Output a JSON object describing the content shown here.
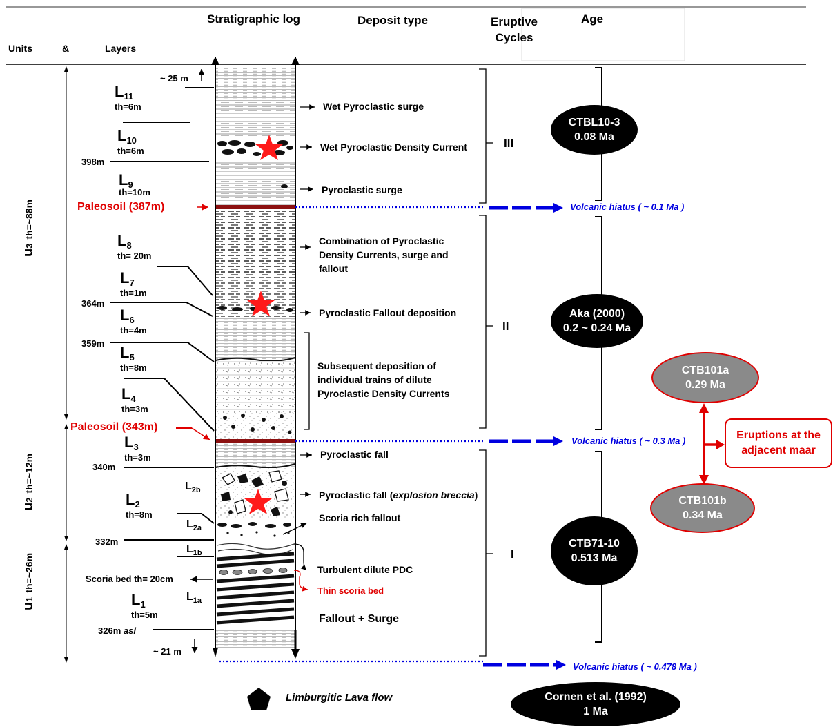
{
  "header": {
    "units_label": "Units",
    "amp": "&",
    "layers_label": "Layers",
    "log_title": "Stratigraphic log",
    "deposit_title": "Deposit  type",
    "cycles_title_1": "Eruptive",
    "cycles_title_2": "Cycles",
    "age_title": "Age"
  },
  "units": [
    {
      "letter": "u",
      "sub": "3",
      "th": "th=~88m"
    },
    {
      "letter": "u",
      "sub": "2",
      "th": "th=~12m"
    },
    {
      "letter": "u",
      "sub": "1",
      "th": "th=~26m"
    }
  ],
  "layers": [
    {
      "name": "L",
      "sub": "11",
      "th": "th=6m"
    },
    {
      "name": "L",
      "sub": "10",
      "th": "th=6m"
    },
    {
      "name": "L",
      "sub": "9",
      "th": "th=10m"
    },
    {
      "name": "L",
      "sub": "8",
      "th": "th= 20m"
    },
    {
      "name": "L",
      "sub": "7",
      "th": "th=1m"
    },
    {
      "name": "L",
      "sub": "6",
      "th": "th=4m"
    },
    {
      "name": "L",
      "sub": "5",
      "th": "th=8m"
    },
    {
      "name": "L",
      "sub": "4",
      "th": "th=3m"
    },
    {
      "name": "L",
      "sub": "3",
      "th": "th=3m"
    },
    {
      "name": "L",
      "sub": "2",
      "th": "th=8m"
    },
    {
      "name": "L",
      "sub": "1",
      "th": "th=5m"
    }
  ],
  "sublayers": [
    {
      "name": "L",
      "sub": "2b"
    },
    {
      "name": "L",
      "sub": "2a"
    },
    {
      "name": "L",
      "sub": "1b"
    },
    {
      "name": "L",
      "sub": "1a"
    }
  ],
  "elevations": {
    "top": "~ 25 m",
    "e398": "398m",
    "e364": "364m",
    "e359": "359m",
    "e340": "340m",
    "e332": "332m",
    "e326": "326m",
    "asl": "asl",
    "bottom": "~ 21 m"
  },
  "paleosoils": [
    "Paleosoil (387m)",
    "Paleosoil (343m)"
  ],
  "scoria_bed": "Scoria bed   th= 20cm",
  "deposits": {
    "wet_surge": "Wet Pyroclastic surge",
    "wet_pdc": "Wet Pyroclastic Density Current",
    "surge": "Pyroclastic surge",
    "combo_1": "Combination of Pyroclastic",
    "combo_2": "Density Currents, surge and",
    "combo_3": "fallout",
    "fallout_dep": "Pyroclastic Fallout deposition",
    "subseq_1": "Subsequent deposition of",
    "subseq_2": "individual trains of dilute",
    "subseq_3": "Pyroclastic Density Currents",
    "fall": "Pyroclastic fall",
    "breccia_1": "Pyroclastic fall (",
    "breccia_2": "explosion breccia",
    "breccia_3": ")",
    "scoria_fallout": "Scoria rich fallout",
    "turbulent": "Turbulent dilute PDC",
    "thin_scoria": "Thin scoria bed",
    "fallout_surge": "Fallout + Surge"
  },
  "cycles": [
    "III",
    "II",
    "I"
  ],
  "hiatus": [
    "Volcanic hiatus  ( ~ 0.1 Ma )",
    "Volcanic hiatus  ( ~ 0.3 Ma )",
    "Volcanic hiatus  ( ~ 0.478 Ma )"
  ],
  "ages": [
    {
      "name": "CTBL10-3",
      "age": "0.08 Ma"
    },
    {
      "name": "Aka (2000)",
      "age": "0.2 ~ 0.24 Ma"
    },
    {
      "name": "CTB71-10",
      "age": "0.513 Ma"
    },
    {
      "name": "Cornen et al. (1992)",
      "age": "1 Ma"
    }
  ],
  "maar": [
    {
      "name": "CTB101a",
      "age": "0.29 Ma"
    },
    {
      "name": "CTB101b",
      "age": "0.34 Ma"
    }
  ],
  "maar_box_1": "Eruptions at the",
  "maar_box_2": "adjacent maar",
  "legend": "Limburgitic  Lava flow",
  "colors": {
    "paleosoil": "#8b1010",
    "hiatus": "#0000e0",
    "star": "#ff1a1a",
    "ellipse": "#000000",
    "maar": "#8a8a8a"
  }
}
